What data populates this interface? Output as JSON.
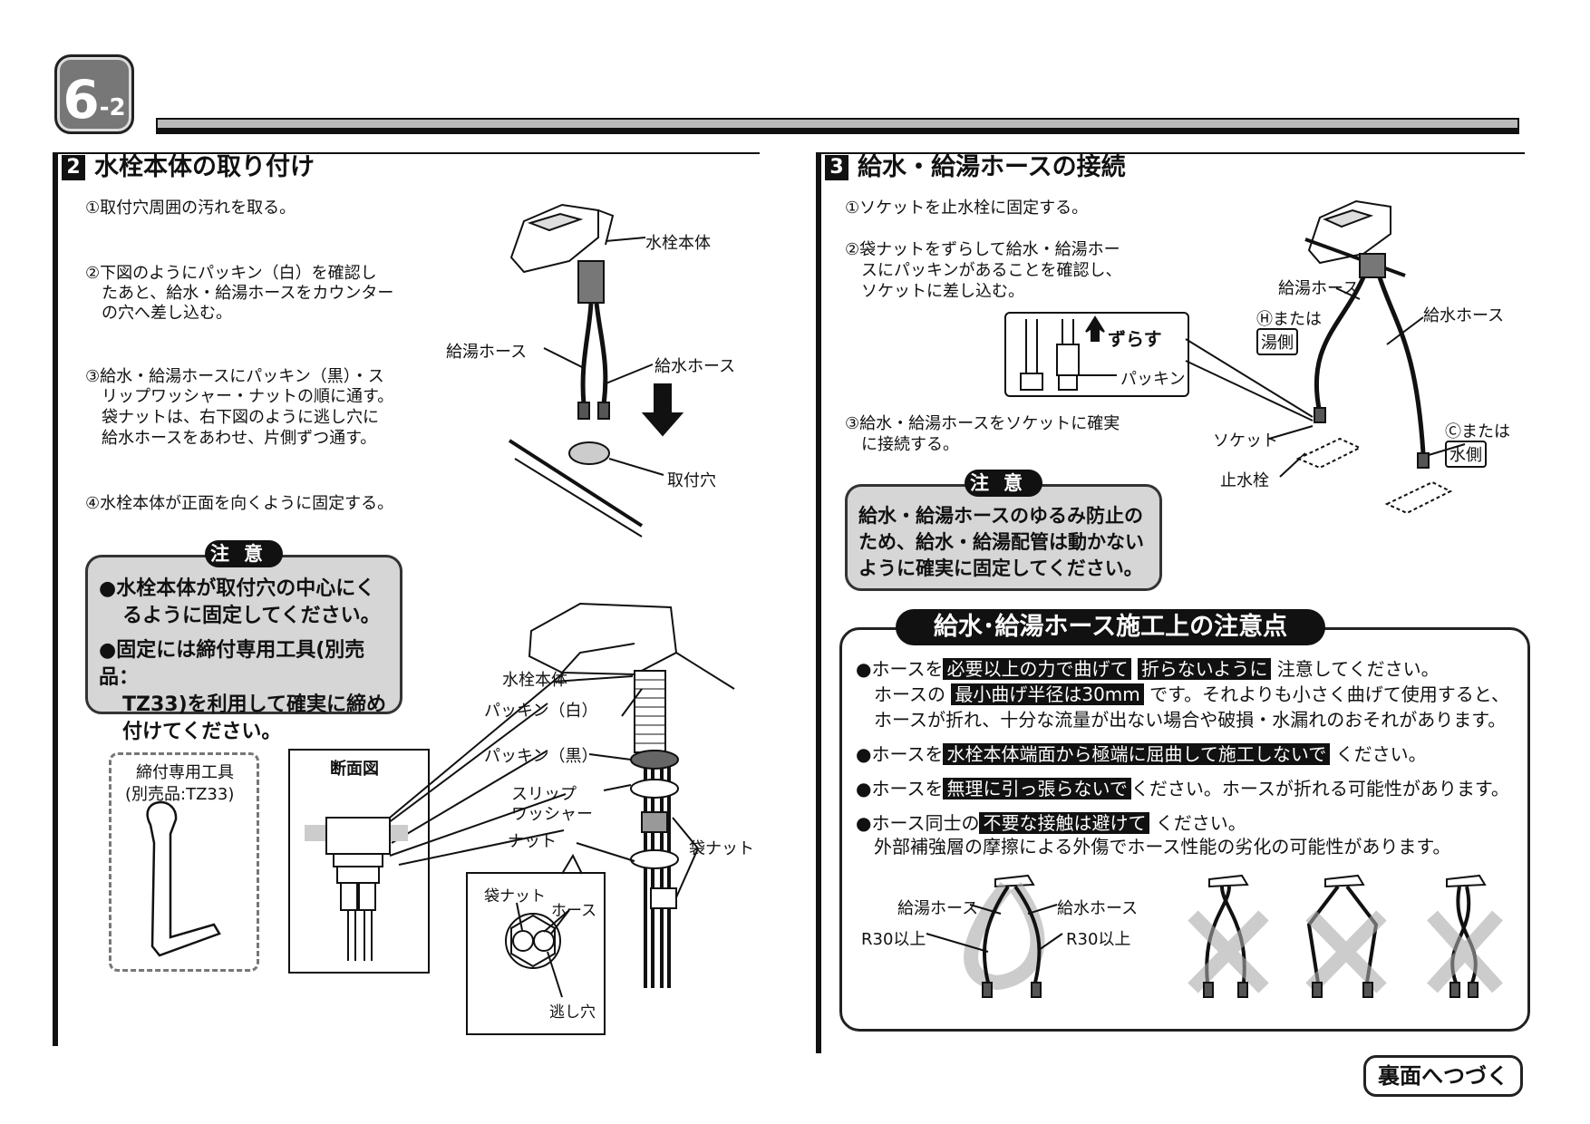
{
  "page": {
    "badge_main": "6",
    "badge_sub": "-2"
  },
  "left": {
    "number": "2",
    "title": "水栓本体の取り付け",
    "steps": [
      "①取付穴周囲の汚れを取る。",
      "②下図のようにパッキン（白）を確認し",
      "たあと、給水・給湯ホースをカウンター",
      "の穴へ差し込む。",
      "③給水・給湯ホースにパッキン（黒）・ス",
      "リップワッシャー・ナットの順に通す。",
      "袋ナットは、右下図のように逃し穴に",
      "給水ホースをあわせ、片側ずつ通す。",
      "④水栓本体が正面を向くように固定する。"
    ],
    "caution_title": "注意",
    "caution_lines": [
      "●水栓本体が取付穴の中心にく",
      "るように固定してください。",
      "●固定には締付専用工具(別売品：",
      "TZ33)を利用して確実に締め",
      "付けてください。"
    ],
    "top_labels": {
      "body": "水栓本体",
      "hot": "給湯ホース",
      "cold": "給水ホース",
      "hole": "取付穴"
    },
    "tool": {
      "line1": "締付専用工具",
      "line2": "(別売品:TZ33)"
    },
    "section_view": "断面図",
    "parts": {
      "body": "水栓本体",
      "packing_white": "パッキン（白）",
      "packing_black": "パッキン（黒）",
      "slip1": "スリップ",
      "slip2": "ワッシャー",
      "nut": "ナット",
      "bag_nut": "袋ナット"
    },
    "inset": {
      "bag_nut": "袋ナット",
      "hose": "ホース",
      "relief": "逃し穴"
    }
  },
  "right": {
    "number": "3",
    "title": "給水・給湯ホースの接続",
    "steps": [
      "①ソケットを止水栓に固定する。",
      "②袋ナットをずらして給水・給湯ホー",
      "スにパッキンがあることを確認し、",
      "ソケットに差し込む。",
      "③給水・給湯ホースをソケットに確実",
      "に接続する。"
    ],
    "slide": "ずらす",
    "packing": "パッキン",
    "labels": {
      "hot_hose": "給湯ホース",
      "cold_hose": "給水ホース",
      "h_or": "Ⓗまたは",
      "hot_side": "湯側",
      "c_or": "Ⓒまたは",
      "cold_side": "水側",
      "socket": "ソケット",
      "stop_valve": "止水栓"
    },
    "caution_title": "注意",
    "caution_lines": [
      "給水・給湯ホースのゆるみ防止の",
      "ため、給水・給湯配管は動かない",
      "ように確実に固定してください。"
    ]
  },
  "notes": {
    "title": "給水･給湯ホース施工上の注意点",
    "n1_a": "●ホースを",
    "n1_hl1": "必要以上の力で曲げて",
    "n1_hl2": "折らないように",
    "n1_b": "注意してください。",
    "n2_a": "ホースの",
    "n2_hl": "最小曲げ半径は30mm",
    "n2_b": "です。それよりも小さく曲げて使用すると、",
    "n3": "ホースが折れ、十分な流量が出ない場合や破損・水漏れのおそれがあります。",
    "n4_a": "●ホースを",
    "n4_hl": "水栓本体端面から極端に屈曲して施工しないで",
    "n4_b": "ください。",
    "n5_a": "●ホースを",
    "n5_hl": "無理に引っ張らないで",
    "n5_b": "ください。ホースが折れる可能性があります。",
    "n6_a": "●ホース同士の",
    "n6_hl": "不要な接触は避けて",
    "n6_b": "ください。",
    "n7": "外部補強層の摩擦による外傷でホース性能の劣化の可能性があります。",
    "fig": {
      "hot": "給湯ホース",
      "cold": "給水ホース",
      "r_left": "R30以上",
      "r_right": "R30以上"
    }
  },
  "continue": "裏面へつづく"
}
